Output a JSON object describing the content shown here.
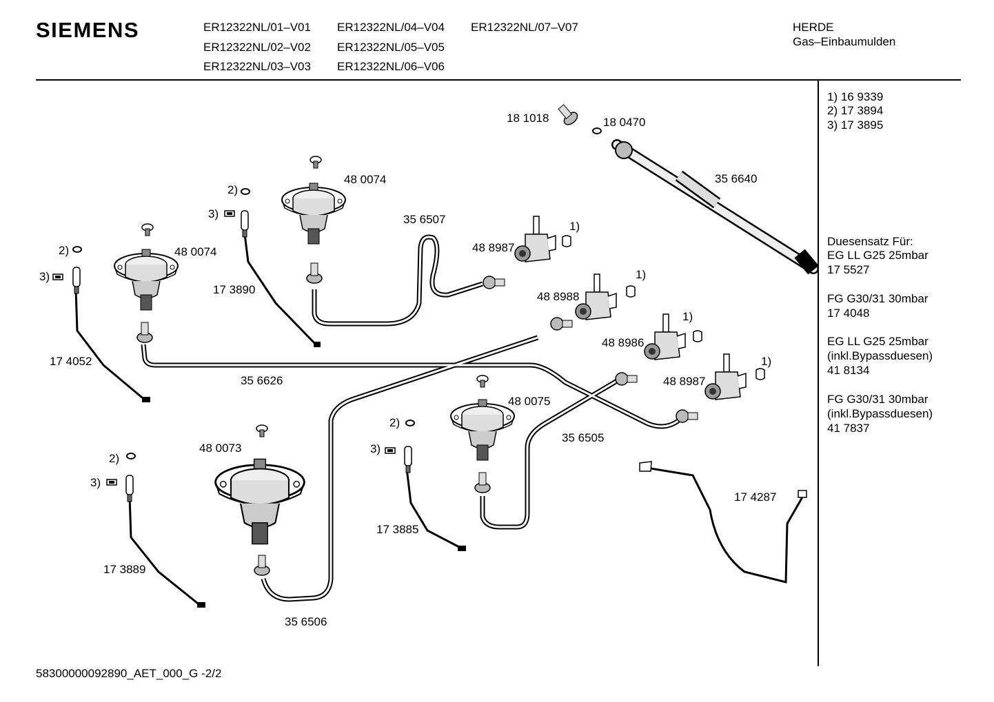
{
  "header": {
    "brand": "SIEMENS",
    "models": [
      "ER12322NL/01–V01",
      "ER12322NL/02–V02",
      "ER12322NL/03–V03",
      "ER12322NL/04–V04",
      "ER12322NL/05–V05",
      "ER12322NL/06–V06",
      "ER12322NL/07–V07"
    ],
    "category": "HERDE",
    "subcategory": "Gas–Einbaumulden"
  },
  "side_panel": {
    "refs": [
      "1)  16 9339",
      "2)  17 3894",
      "3)  17 3895"
    ],
    "nozzle_title": "Duesensatz Für:",
    "nozzle_sets": [
      {
        "line1": "EG LL G25 25mbar",
        "line2": "",
        "part": "17 5527"
      },
      {
        "line1": "FG G30/31 30mbar",
        "line2": "",
        "part": "17 4048"
      },
      {
        "line1": "EG LL G25 25mbar",
        "line2": "(inkl.Bypassduesen)",
        "part": "41 8134"
      },
      {
        "line1": "FG G30/31 30mbar",
        "line2": "(inkl.Bypassduesen)",
        "part": "41 7837"
      }
    ]
  },
  "parts": {
    "p181018": "18 1018",
    "p180470": "18 0470",
    "p356640": "35 6640",
    "p480074a": "48 0074",
    "p480074b": "48 0074",
    "p356507": "35 6507",
    "p488987a": "48 8987",
    "p488988": "48 8988",
    "p488986": "48 8986",
    "p488987b": "48 8987",
    "p173890": "17 3890",
    "p174052": "17 4052",
    "p356626": "35 6626",
    "p480075": "48 0075",
    "p356505": "35 6505",
    "p480073": "48 0073",
    "p173885": "17 3885",
    "p174287": "17 4287",
    "p173889": "17 3889",
    "p356506": "35 6506"
  },
  "callouts": {
    "ref1": "1)",
    "ref2": "2)",
    "ref3": "3)"
  },
  "footer": "58300000092890_AET_000_G -2/2"
}
